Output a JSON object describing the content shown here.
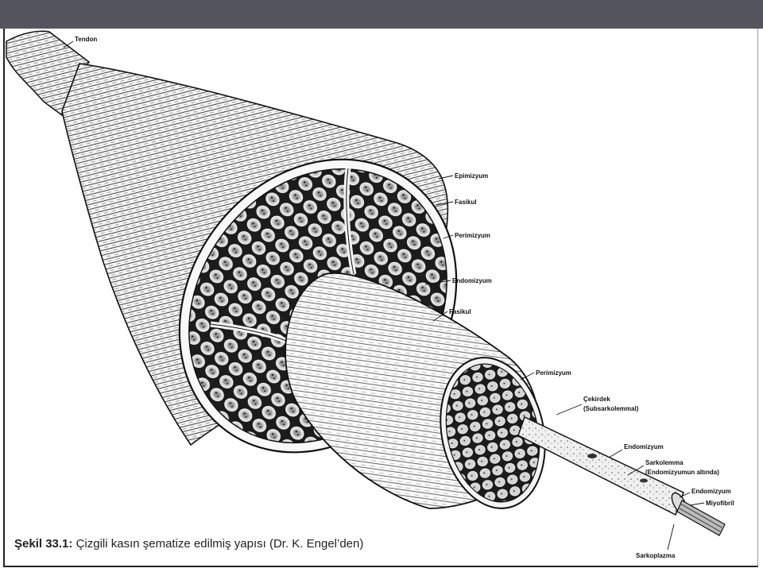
{
  "labels": {
    "tendon": "Tendon",
    "epimysium": "Epimizyum",
    "fascicle": "Fasikul",
    "perimysium": "Perimizyum",
    "endomysium": "Endomizyum",
    "fascicle2": "Fasikul",
    "perimysium2": "Perimizyum",
    "nucleus": "Çekirdek",
    "nucleus_sub": "(Subsarkolemmal)",
    "endomysium2": "Endomizyum",
    "sarcolemma": "Sarkolemma",
    "sarcolemma_sub": "(Endomizyumun altında)",
    "endomysium3": "Endomizyum",
    "myofibril": "Miyofibril",
    "sarcoplasm": "Sarkoplazma"
  },
  "caption": {
    "number": "Şekil 33.1:",
    "text": "Çizgili kasın şematize edilmiş yapısı (Dr. K. Engel’den)"
  }
}
